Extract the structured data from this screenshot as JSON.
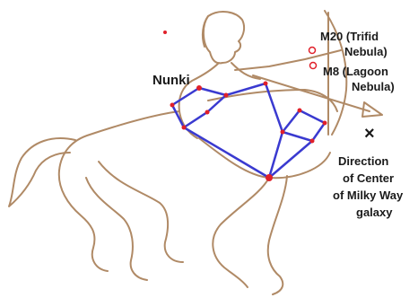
{
  "labels": {
    "star_name": "Nunki",
    "m20_line1": "M20 (Trifid",
    "m20_line2": "Nebula)",
    "m8_line1": "M8 (Lagoon",
    "m8_line2": "Nebula)",
    "direction_marker": "×",
    "direction_line1": "Direction",
    "direction_line2": "of  Center",
    "direction_line3": "of Milky Way",
    "direction_line4": "galaxy"
  },
  "colors": {
    "figure_outline": "#b08a66",
    "asterism_lines": "#3a3ad0",
    "stars": "#e0202a",
    "nebula_markers": "#e0202a",
    "text": "#1a1a1a"
  }
}
